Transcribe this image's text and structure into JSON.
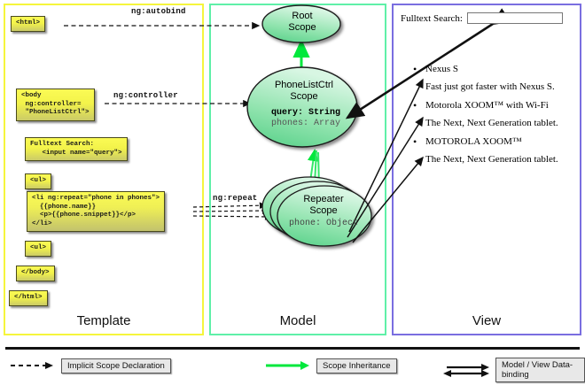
{
  "diagram": {
    "columns": [
      {
        "key": "template",
        "label": "Template",
        "border_color": "#f5f53c"
      },
      {
        "key": "model",
        "label": "Model",
        "border_color": "#5ff0a8"
      },
      {
        "key": "view",
        "label": "View",
        "border_color": "#7a6ee0"
      }
    ],
    "template": {
      "boxes": [
        {
          "id": "html",
          "text": "<html>"
        },
        {
          "id": "body",
          "text": "<body\n ng:controller=\n \"PhoneListCtrl\">"
        },
        {
          "id": "search",
          "text": "Fulltext Search:\n   <input name=\"query\">"
        },
        {
          "id": "ul1",
          "text": "<ul>"
        },
        {
          "id": "li",
          "text": "<li ng:repeat=\"phone in phones\">\n  {{phone.name}}\n  <p>{{phone.snippet}}</p>\n</li>"
        },
        {
          "id": "ul2",
          "text": "<ul>"
        },
        {
          "id": "bodyend",
          "text": "</body>"
        },
        {
          "id": "htmlend",
          "text": "</html>"
        }
      ]
    },
    "connector_labels": [
      {
        "id": "autobind",
        "text": "ng:autobind"
      },
      {
        "id": "controller",
        "text": "ng:controller"
      },
      {
        "id": "repeat",
        "text": "ng:repeat"
      }
    ],
    "model": {
      "scopes": [
        {
          "id": "root",
          "title_line1": "Root",
          "title_line2": "Scope",
          "vars": []
        },
        {
          "id": "phonelistctrl",
          "title_line1": "PhoneListCtrl",
          "title_line2": "Scope",
          "vars": [
            {
              "name": "query: String",
              "emphasis": true
            },
            {
              "name": "phones: Array",
              "emphasis": false
            }
          ]
        },
        {
          "id": "repeater",
          "title_line1": "Repeater",
          "title_line2": "Scope",
          "vars": [
            {
              "name": "phone: Object",
              "emphasis": false
            }
          ]
        }
      ]
    },
    "view": {
      "search_label": "Fulltext Search:",
      "search_value": "",
      "phones": [
        {
          "name": "Nexus S",
          "snippet": "Fast just got faster with Nexus S."
        },
        {
          "name": "Motorola XOOM™  with Wi-Fi",
          "snippet": "The Next, Next Generation tablet."
        },
        {
          "name": "MOTOROLA XOOM™",
          "snippet": "The Next, Next Generation tablet."
        }
      ]
    },
    "legend": [
      {
        "id": "implicit",
        "label": "Implicit Scope Declaration",
        "style": "dashed-arrow",
        "color": "#111111"
      },
      {
        "id": "inheritance",
        "label": "Scope Inheritance",
        "style": "solid-arrow",
        "color": "#00e83c"
      },
      {
        "id": "databinding",
        "label": "Model / View Data-binding",
        "style": "double-arrow",
        "color": "#111111"
      }
    ]
  }
}
